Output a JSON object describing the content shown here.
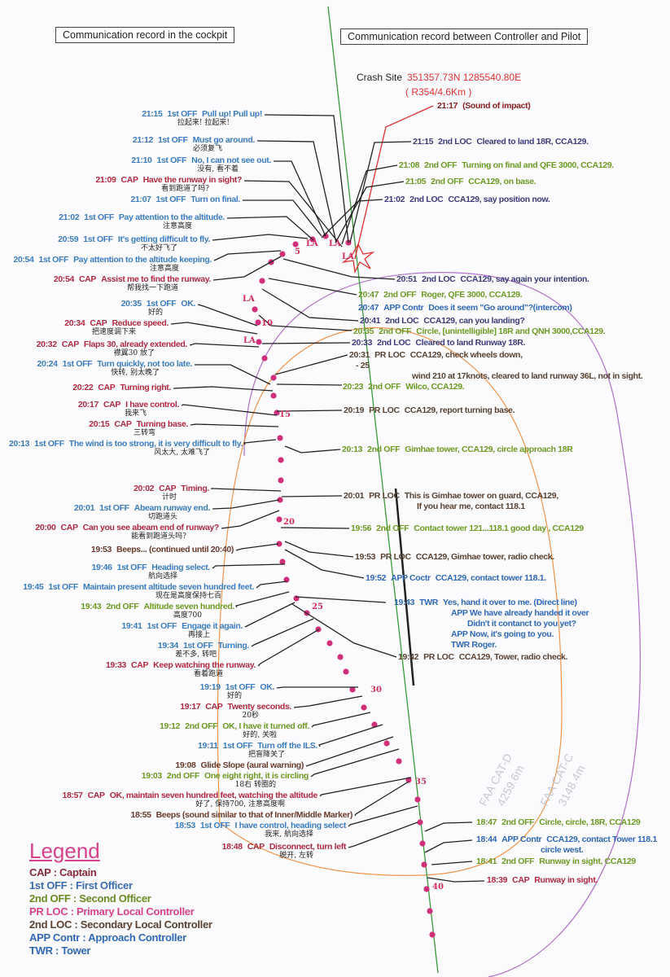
{
  "headers": {
    "left": "Communication record in the cockpit",
    "right": "Communication record between Controller  and Pilot"
  },
  "crash_site": {
    "label": "Crash Site",
    "coords": "351357.73N  1285540.80E",
    "radial": "( R354/4.6Km )"
  },
  "speaker_colors": {
    "CAP": "#b02a40",
    "1st OFF": "#3b7cc0",
    "2nd OFF": "#6c9a22",
    "2nd LOC": "#3c3c7c",
    "PR LOC": "#5a4232",
    "APP Contr": "#2f68b8",
    "APP Coctr": "#2f68b8",
    "TWR": "#2f68b8",
    "": "#6a3a2a",
    "impact": "#8a2020"
  },
  "cockpit": [
    {
      "time": "21:15",
      "speaker": "1st OFF",
      "text": "Pull up! Pull up!",
      "cn": "拉起来! 拉起来!"
    },
    {
      "time": "21:12",
      "speaker": "1st OFF",
      "text": "Must go around.",
      "cn": "必须复飞"
    },
    {
      "time": "21:10",
      "speaker": "1st OFF",
      "text": "No, I can not see out.",
      "cn": "没有, 看不着"
    },
    {
      "time": "21:09",
      "speaker": "CAP",
      "text": "Have the runway in sight?",
      "cn": "看到跑道了吗?"
    },
    {
      "time": "21:07",
      "speaker": "1st OFF",
      "text": "Turn on final.",
      "cn": ""
    },
    {
      "time": "21:02",
      "speaker": "1st OFF",
      "text": "Pay attention to the altitude.",
      "cn": "注意高度"
    },
    {
      "time": "20:59",
      "speaker": "1st OFF",
      "text": "It's getting difficult to fly.",
      "cn": "不太好飞了"
    },
    {
      "time": "20:54",
      "speaker": "1st OFF",
      "text": "Pay attention to the altitude keeping.",
      "cn": "注意高度"
    },
    {
      "time": "20:54",
      "speaker": "CAP",
      "text": "Assist me to find the runway.",
      "cn": "帮我找一下跑道"
    },
    {
      "time": "20:35",
      "speaker": "1st OFF",
      "text": "OK.",
      "cn": "好的"
    },
    {
      "time": "20:34",
      "speaker": "CAP",
      "text": "Reduce  speed.",
      "cn": "把速度调下来"
    },
    {
      "time": "20:32",
      "speaker": "CAP",
      "text": "Flaps  30, already extended.",
      "cn": "襟翼30  放了"
    },
    {
      "time": "20:24",
      "speaker": "1st OFF",
      "text": "Turn quickly, not too late.",
      "cn": "快转, 别太晚了"
    },
    {
      "time": "20:22",
      "speaker": "CAP",
      "text": "Turning right.",
      "cn": ""
    },
    {
      "time": "20:17",
      "speaker": "CAP",
      "text": "I have control.",
      "cn": "我来飞"
    },
    {
      "time": "20:15",
      "speaker": "CAP",
      "text": "Turning base.",
      "cn": "三转弯"
    },
    {
      "time": "20:13",
      "speaker": "1st OFF",
      "text": "The wind is too strong, it is very difficult to fly.",
      "cn": "风太大, 太难飞了"
    },
    {
      "time": "20:02",
      "speaker": "CAP",
      "text": "Timing.",
      "cn": "计时"
    },
    {
      "time": "20:01",
      "speaker": "1st OFF",
      "text": "Abeam runway end.",
      "cn": "切跑道头"
    },
    {
      "time": "20:00",
      "speaker": "CAP",
      "text": "Can you see abeam end of runway?",
      "cn": "能看到跑道头吗?"
    },
    {
      "time": "19:53",
      "speaker": "",
      "text": "Beeps... (continued until 20:40)",
      "cn": ""
    },
    {
      "time": "19:46",
      "speaker": "1st OFF",
      "text": "Heading select.",
      "cn": "航向选择"
    },
    {
      "time": "19:45",
      "speaker": "1st OFF",
      "text": "Maintain present altitude seven hundred feet.",
      "cn": "现在是高度保持七百"
    },
    {
      "time": "19:43",
      "speaker": "2nd OFF",
      "text": "Altitude seven hundred.",
      "cn": "高度700"
    },
    {
      "time": "19:41",
      "speaker": "1st OFF",
      "text": "Engage it again.",
      "cn": "再接上"
    },
    {
      "time": "19:34",
      "speaker": "1st OFF",
      "text": "Turning.",
      "cn": "差不多, 转吧"
    },
    {
      "time": "19:33",
      "speaker": "CAP",
      "text": "Keep watching the runway.",
      "cn": "看着跑道"
    },
    {
      "time": "19:19",
      "speaker": "1st OFF",
      "text": "OK.",
      "cn": "好的"
    },
    {
      "time": "19:17",
      "speaker": "CAP",
      "text": "Twenty seconds.",
      "cn": "20秒"
    },
    {
      "time": "19:12",
      "speaker": "2nd OFF",
      "text": "OK, I have it turned off.",
      "cn": "好的, 关啦"
    },
    {
      "time": "19:11",
      "speaker": "1st OFF",
      "text": "Turn off the ILS.",
      "cn": "把盲降关了"
    },
    {
      "time": "19:08",
      "speaker": "",
      "text": "Glide Slope (aural warning)",
      "cn": ""
    },
    {
      "time": "19:03",
      "speaker": "2nd OFF",
      "text": "One eight right, it is circling",
      "cn": "18右  转圈的"
    },
    {
      "time": "18:57",
      "speaker": "CAP",
      "text": "OK, maintain seven hundred feet, watching the altitude",
      "cn": "好了, 保持700, 注意高度啊"
    },
    {
      "time": "18:55",
      "speaker": "",
      "text": "Beeps (sound similar to that of Inner/Middle Marker)",
      "cn": ""
    },
    {
      "time": "18:53",
      "speaker": "1st OFF",
      "text": "I have control, heading select",
      "cn": "我来, 航向选择"
    },
    {
      "time": "18:48",
      "speaker": "CAP",
      "text": "Disconnect, turn left",
      "cn": "脱开, 左转"
    }
  ],
  "controller": [
    {
      "time": "21:17",
      "speaker": "impact",
      "text": "(Sound of impact)",
      "extra": []
    },
    {
      "time": "21:15",
      "speaker": "2nd LOC",
      "text": "Cleared to land 18R, CCA129.",
      "extra": []
    },
    {
      "time": "21:08",
      "speaker": "2nd OFF",
      "text": "Turning on final and QFE 3000, CCA129.",
      "extra": []
    },
    {
      "time": "21:05",
      "speaker": "2nd OFF",
      "text": "CCA129, on base.",
      "extra": []
    },
    {
      "time": "21:02",
      "speaker": "2nd LOC",
      "text": "CCA129, say position now.",
      "extra": []
    },
    {
      "time": "20:51",
      "speaker": "2nd LOC",
      "text": "CCA129, say again your intention.",
      "extra": []
    },
    {
      "time": "20:47",
      "speaker": "2nd OFF",
      "text": "Roger, QFE 3000,  CCA129.",
      "extra": []
    },
    {
      "time": "20:47",
      "speaker": "APP Contr",
      "text": "Does it seem \"Go around\"?(intercom)",
      "extra": []
    },
    {
      "time": "20:41",
      "speaker": "2nd LOC",
      "text": "CCA129, can you landing?",
      "extra": []
    },
    {
      "time": "20:35",
      "speaker": "2nd OFF",
      "text": "Circle, [unintelligible] 18R and QNH 3000,CCA129.",
      "extra": []
    },
    {
      "time": "20:33",
      "speaker": "2nd LOC",
      "text": "Cleared to land Runway 18R.",
      "extra": []
    },
    {
      "time": "20:31",
      "speaker": "PR LOC",
      "text": "CCA129, check wheels down,",
      "extra": [
        "- 25",
        "wind 210  at 17knots, cleared to land  runway 36L, not in sight."
      ]
    },
    {
      "time": "20:23",
      "speaker": "2nd OFF",
      "text": "Wilco, CCA129.",
      "extra": []
    },
    {
      "time": "20:19",
      "speaker": "PR LOC",
      "text": "CCA129, report turning base.",
      "extra": []
    },
    {
      "time": "20:13",
      "speaker": "2nd OFF",
      "text": "Gimhae tower, CCA129, circle approach 18R",
      "extra": []
    },
    {
      "time": "20:01",
      "speaker": "PR LOC",
      "text": "This is Gimhae tower on guard,  CCA129,",
      "extra": [
        "If you hear me,  contact 118.1"
      ]
    },
    {
      "time": "19:56",
      "speaker": "2nd OFF",
      "text": "Contact tower 121...118.1  good day , CCA129",
      "extra": []
    },
    {
      "time": "19:53",
      "speaker": "PR LOC",
      "text": "CCA129, Gimhae tower, radio check.",
      "extra": []
    },
    {
      "time": "19:52",
      "speaker": "APP Coctr",
      "text": "CCA129, contact tower 118.1.",
      "extra": []
    },
    {
      "time": "19:43",
      "speaker": "TWR",
      "text": "Yes, hand it over to me. (Direct line)",
      "extra": [
        "APP   We have already handed it over",
        "Didn't it contanct  to you yet?",
        "APP   Now, it's  going to you.",
        "TWR   Roger."
      ]
    },
    {
      "time": "19:42",
      "speaker": "PR LOC",
      "text": "CCA129, Tower, radio check.",
      "extra": []
    },
    {
      "time": "18:47",
      "speaker": "2nd OFF",
      "text": "Circle, circle, 18R,  CCA129",
      "extra": []
    },
    {
      "time": "18:44",
      "speaker": "APP Contr",
      "text": "CCA129, contact Tower 118.1",
      "extra": [
        "circle west."
      ]
    },
    {
      "time": "18:41",
      "speaker": "2nd OFF",
      "text": "Runway in sight, CCA129",
      "extra": []
    },
    {
      "time": "18:39",
      "speaker": "CAP",
      "text": "Runway in sight.",
      "extra": []
    }
  ],
  "markers": {
    "la": "LA",
    "distances": [
      "5",
      "10",
      "15",
      "20",
      "25",
      "30",
      "35",
      "40"
    ]
  },
  "watermarks": [
    "FAA CAT-D",
    "4259.6m",
    "FAA CAT-C",
    "3148.4m"
  ],
  "legend": {
    "title": "Legend",
    "items": [
      {
        "text": "CAP : Captain",
        "color": "#8a2a3a"
      },
      {
        "text": "1st  OFF : First  Officer",
        "color": "#3b6cb0"
      },
      {
        "text": "2nd OFF : Second  Officer",
        "color": "#6c8a22"
      },
      {
        "text": "PR LOC : Primary Local Controller",
        "color": "#d6428c"
      },
      {
        "text": "2nd LOC : Secondary Local Controller",
        "color": "#5a4232"
      },
      {
        "text": "APP Contr : Approach Controller",
        "color": "#2f68b8"
      },
      {
        "text": "TWR : Tower",
        "color": "#2f68b8"
      }
    ]
  }
}
